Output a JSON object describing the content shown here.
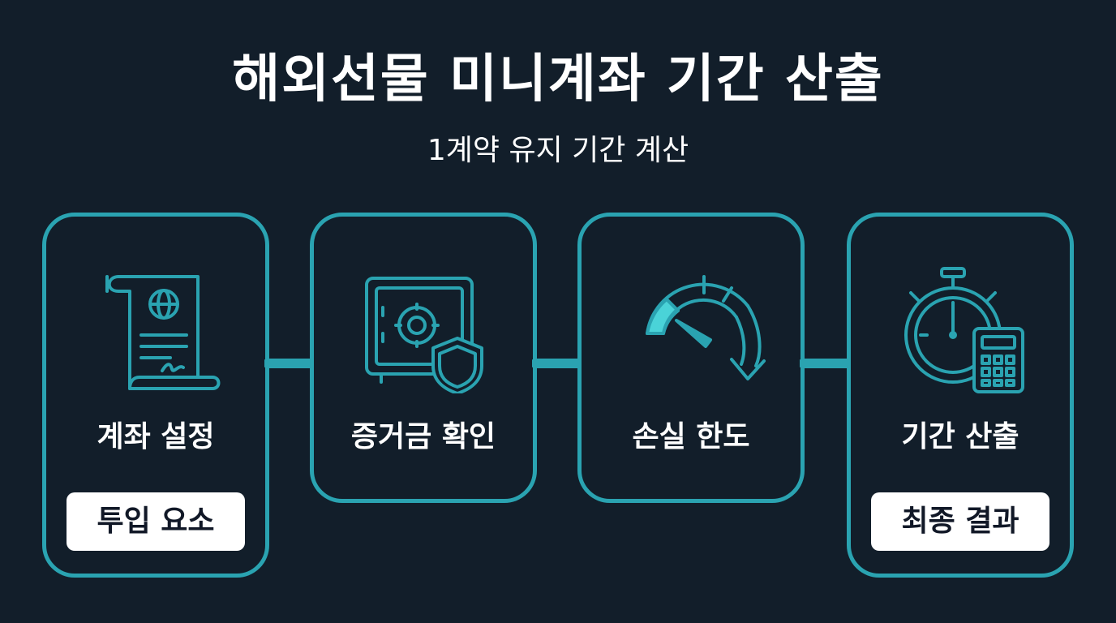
{
  "title": "해외선물 미니계좌 기간 산출",
  "subtitle": "1계약 유지 기간 계산",
  "accent_color": "#2aa3b1",
  "highlight_color": "#4ad3d8",
  "background_color": "#121e2a",
  "steps": [
    {
      "label": "계좌 설정",
      "badge": "투입 요소",
      "icon": "contract-scroll-globe-icon"
    },
    {
      "label": "증거금 확인",
      "icon": "safe-shield-icon"
    },
    {
      "label": "손실 한도",
      "icon": "gauge-down-arrow-icon"
    },
    {
      "label": "기간 산출",
      "badge": "최종 결과",
      "icon": "stopwatch-calculator-icon"
    }
  ]
}
